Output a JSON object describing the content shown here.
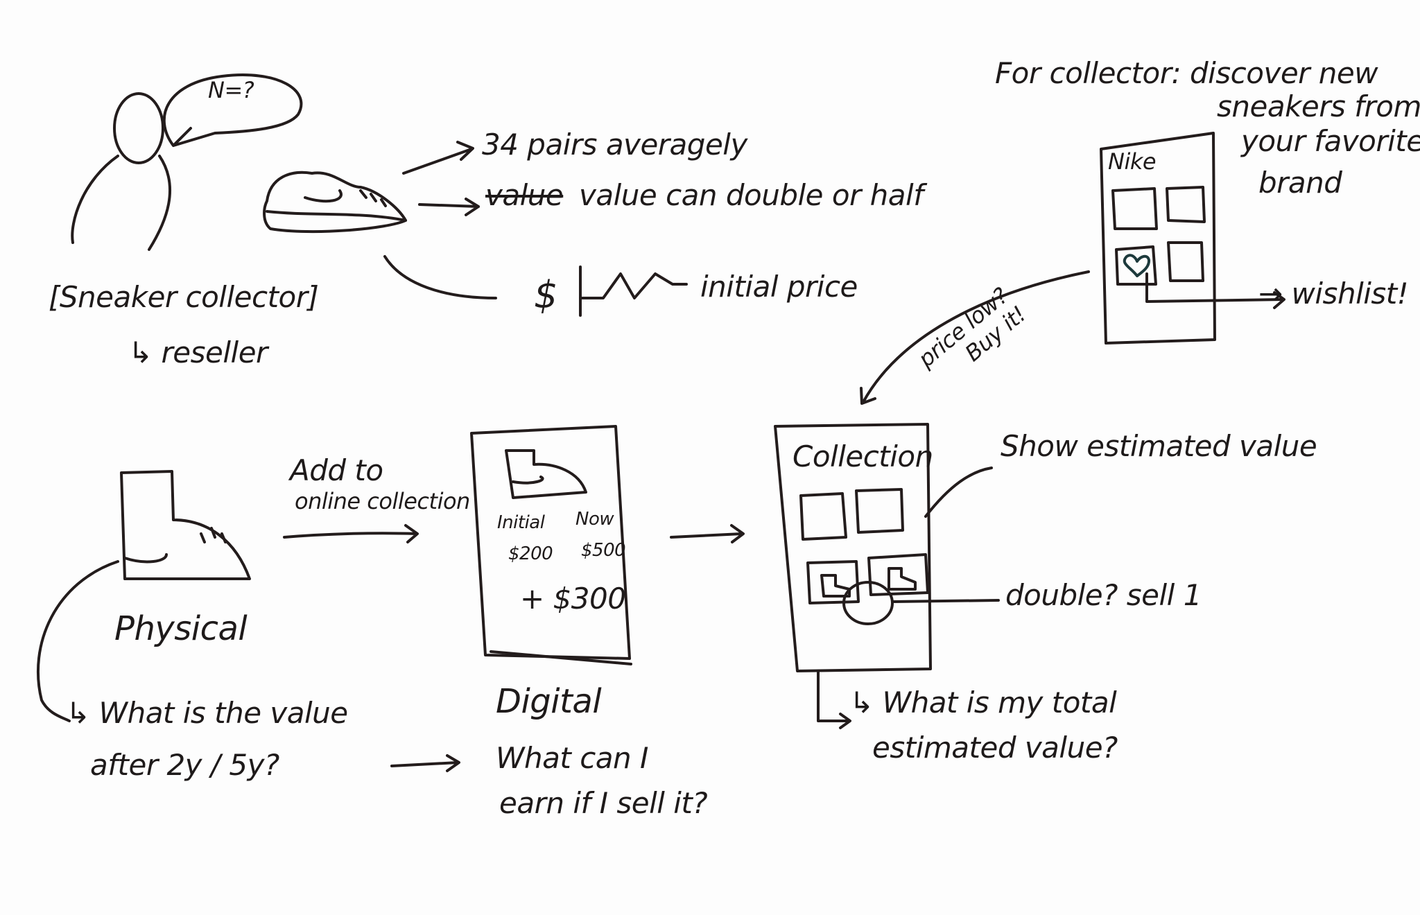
{
  "persona": {
    "speech_bubble": "N=?",
    "title": "[Sneaker collector]",
    "subtitle": "↳ reseller"
  },
  "facts": {
    "pairs": "34 pairs averagely",
    "value_struck": "value",
    "value": "value can double or half",
    "price_symbol": "$",
    "price": "initial price"
  },
  "discover": {
    "heading": [
      "For collector: discover new",
      "sneakers from",
      "your favorite",
      "brand"
    ],
    "phone_title": "Nike",
    "wishlist": "→ wishlist!",
    "price_low": [
      "price low?",
      "Buy it!"
    ]
  },
  "physical": {
    "add_label": [
      "Add to",
      "online collection"
    ],
    "label": "Physical",
    "question": [
      "↳ What is the value",
      "after 2y / 5y?"
    ]
  },
  "digital": {
    "initial_label": "Initial",
    "initial_value": "$200",
    "now_label": "Now",
    "now_value": "$500",
    "gain": "+ $300",
    "label": "Digital",
    "question": [
      "What can I",
      "earn if I sell it?"
    ]
  },
  "collection": {
    "title": "Collection",
    "estimated": "Show estimated value",
    "double": "double? sell 1",
    "question": [
      "↳ What is my total",
      "estimated value?"
    ]
  }
}
